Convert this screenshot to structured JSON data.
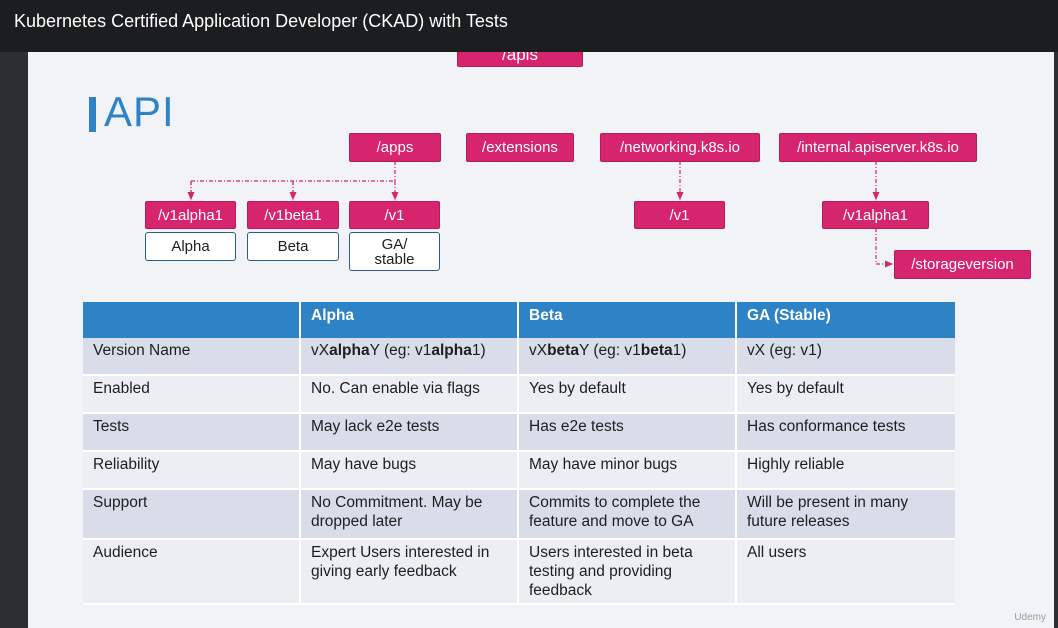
{
  "window": {
    "title": "Kubernetes Certified Application Developer (CKAD) with Tests"
  },
  "slide": {
    "heading": "API",
    "root_group": "/apis",
    "groups": [
      {
        "label": "/apps"
      },
      {
        "label": "/extensions"
      },
      {
        "label": "/networking.k8s.io"
      },
      {
        "label": "/internal.apiserver.k8s.io"
      }
    ],
    "apps_versions": [
      {
        "version": "/v1alpha1",
        "level": "Alpha"
      },
      {
        "version": "/v1beta1",
        "level": "Beta"
      },
      {
        "version": "/v1",
        "level": "GA/\nstable"
      }
    ],
    "networking_version": "/v1",
    "internal_version": "/v1alpha1",
    "internal_resource": "/storageversion"
  },
  "table": {
    "headers": [
      "",
      "Alpha",
      "Beta",
      "GA (Stable)"
    ],
    "rows": [
      {
        "label": "Version Name",
        "alpha": {
          "pre": "vX",
          "bold": "alpha",
          "mid": "Y (eg: v1",
          "bold2": "alpha",
          "post": "1)"
        },
        "beta": {
          "pre": "vX",
          "bold": "beta",
          "mid": "Y (eg: v1",
          "bold2": "beta",
          "post": "1)"
        },
        "ga": "vX (eg: v1)"
      },
      {
        "label": "Enabled",
        "alpha": "No. Can enable via flags",
        "beta": "Yes by default",
        "ga": "Yes by default"
      },
      {
        "label": "Tests",
        "alpha": "May lack e2e tests",
        "beta": "Has e2e tests",
        "ga": "Has conformance tests"
      },
      {
        "label": "Reliability",
        "alpha": "May have bugs",
        "beta": "May have minor bugs",
        "ga": "Highly reliable"
      },
      {
        "label": "Support",
        "alpha": "No Commitment. May be dropped later",
        "beta": "Commits to complete the feature and move to GA",
        "ga": "Will be present in many future releases"
      },
      {
        "label": "Audience",
        "alpha": "Expert Users interested in giving early feedback",
        "beta": "Users interested in beta testing and providing feedback",
        "ga": "All users"
      }
    ]
  },
  "watermark": "Udemy",
  "colors": {
    "accent": "#2e82c6",
    "pink": "#d6246e",
    "topbar": "#1c1d1f"
  }
}
